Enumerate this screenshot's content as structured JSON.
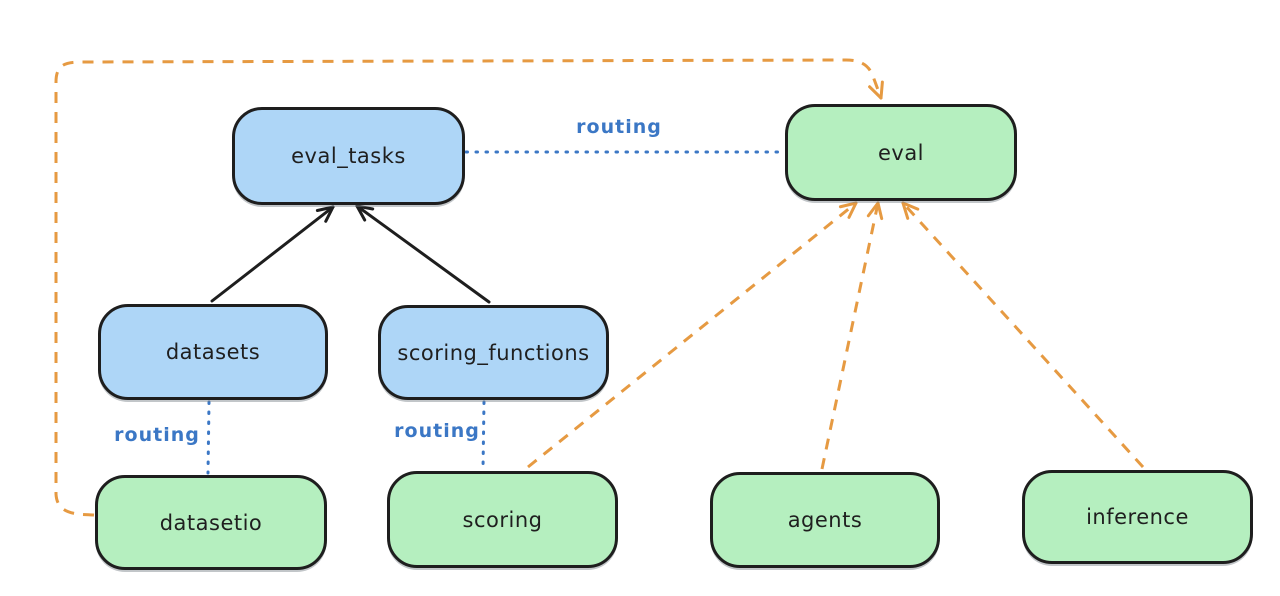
{
  "nodes": [
    {
      "id": "eval_tasks",
      "label": "eval_tasks",
      "variant": "blue"
    },
    {
      "id": "eval",
      "label": "eval",
      "variant": "green"
    },
    {
      "id": "datasets",
      "label": "datasets",
      "variant": "blue"
    },
    {
      "id": "scoring_functions",
      "label": "scoring_functions",
      "variant": "blue"
    },
    {
      "id": "datasetio",
      "label": "datasetio",
      "variant": "green"
    },
    {
      "id": "scoring",
      "label": "scoring",
      "variant": "green"
    },
    {
      "id": "agents",
      "label": "agents",
      "variant": "green"
    },
    {
      "id": "inference",
      "label": "inference",
      "variant": "green"
    }
  ],
  "edges": [
    {
      "from": "eval_tasks",
      "to": "eval",
      "style": "dotted",
      "color": "blue",
      "label": "routing"
    },
    {
      "from": "datasets",
      "to": "datasetio",
      "style": "dotted",
      "color": "blue",
      "label": "routing"
    },
    {
      "from": "scoring_functions",
      "to": "scoring",
      "style": "dotted",
      "color": "blue",
      "label": "routing"
    },
    {
      "from": "datasets",
      "to": "eval_tasks",
      "style": "solid",
      "color": "black",
      "arrow": true
    },
    {
      "from": "scoring_functions",
      "to": "eval_tasks",
      "style": "solid",
      "color": "black",
      "arrow": true
    },
    {
      "from": "datasetio",
      "to": "eval",
      "style": "dashed",
      "color": "orange",
      "arrow": true
    },
    {
      "from": "scoring",
      "to": "eval",
      "style": "dashed",
      "color": "orange",
      "arrow": true
    },
    {
      "from": "agents",
      "to": "eval",
      "style": "dashed",
      "color": "orange",
      "arrow": true
    },
    {
      "from": "inference",
      "to": "eval",
      "style": "dashed",
      "color": "orange",
      "arrow": true
    }
  ],
  "colors": {
    "canvas_bg": "#ffffff",
    "node_stroke": "#1e1e1e",
    "blue_node_fill": "#aed6f7",
    "green_node_fill": "#b5efbf",
    "routing_blue": "#3b77c5",
    "arrow_orange": "#e69a42",
    "arrow_black": "#1e1e1e"
  }
}
